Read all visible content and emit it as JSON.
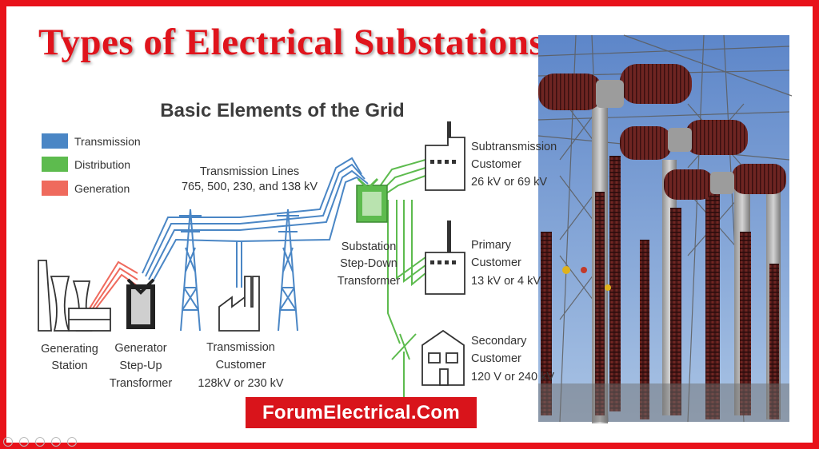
{
  "title": "Types of Electrical Substations",
  "diagram": {
    "heading": "Basic Elements of the Grid",
    "legend": [
      {
        "label": "Transmission",
        "color": "#4a86c5"
      },
      {
        "label": "Distribution",
        "color": "#5dbb4e"
      },
      {
        "label": "Generation",
        "color": "#ef6a5d"
      }
    ],
    "transmission_lines": {
      "line1": "Transmission Lines",
      "line2": "765, 500, 230, and 138 kV"
    },
    "generating_station": {
      "line1": "Generating",
      "line2": "Station"
    },
    "generator_transformer": {
      "line1": "Generator",
      "line2": "Step-Up",
      "line3": "Transformer"
    },
    "transmission_customer": {
      "line1": "Transmission",
      "line2": "Customer",
      "line3": "128kV or 230 kV"
    },
    "substation": {
      "line1": "Substation",
      "line2": "Step-Down",
      "line3": "Transformer"
    },
    "subtransmission_customer": {
      "line1": "Subtransmission",
      "line2": "Customer",
      "line3": "26 kV or 69 kV"
    },
    "primary_customer": {
      "line1": "Primary",
      "line2": "Customer",
      "line3": "13 kV or 4 kV"
    },
    "secondary_customer": {
      "line1": "Secondary",
      "line2": "Customer",
      "line3": "120 V or 240 kV"
    }
  },
  "brand": "ForumElectrical.Com"
}
